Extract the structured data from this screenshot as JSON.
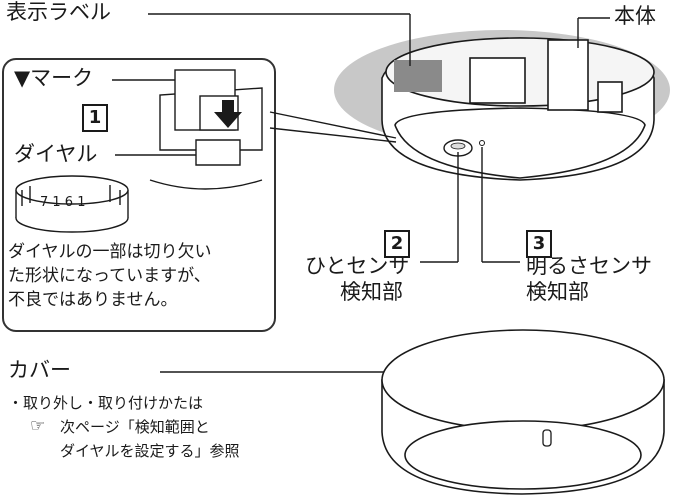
{
  "labels": {
    "display_label": "表示ラベル",
    "main_body": "本体",
    "mark": "▼マーク",
    "dial": "ダイヤル",
    "dial_number": "1",
    "dial_note_line1": "ダイヤルの一部は切り欠い",
    "dial_note_line2": "た形状になっていますが、",
    "dial_note_line3": "不良ではありません。",
    "dial_markings": "7 1 6 1",
    "human_sensor_number": "2",
    "human_sensor_line1": "ひとセンサ",
    "human_sensor_line2": "検知部",
    "light_sensor_number": "3",
    "light_sensor_line1": "明るさセンサ",
    "light_sensor_line2": "検知部",
    "cover": "カバー",
    "cover_note_line1": "・取り外し・取り付けかたは",
    "cover_note_line2": "次ページ「検知範囲と",
    "cover_note_line3": "ダイヤルを設定する」参照"
  },
  "icons": {
    "reference": "reference-hand-icon"
  },
  "colors": {
    "halo": "#c8c8c8",
    "line": "#1a1a1a",
    "label_patch": "#8a8a8a"
  }
}
